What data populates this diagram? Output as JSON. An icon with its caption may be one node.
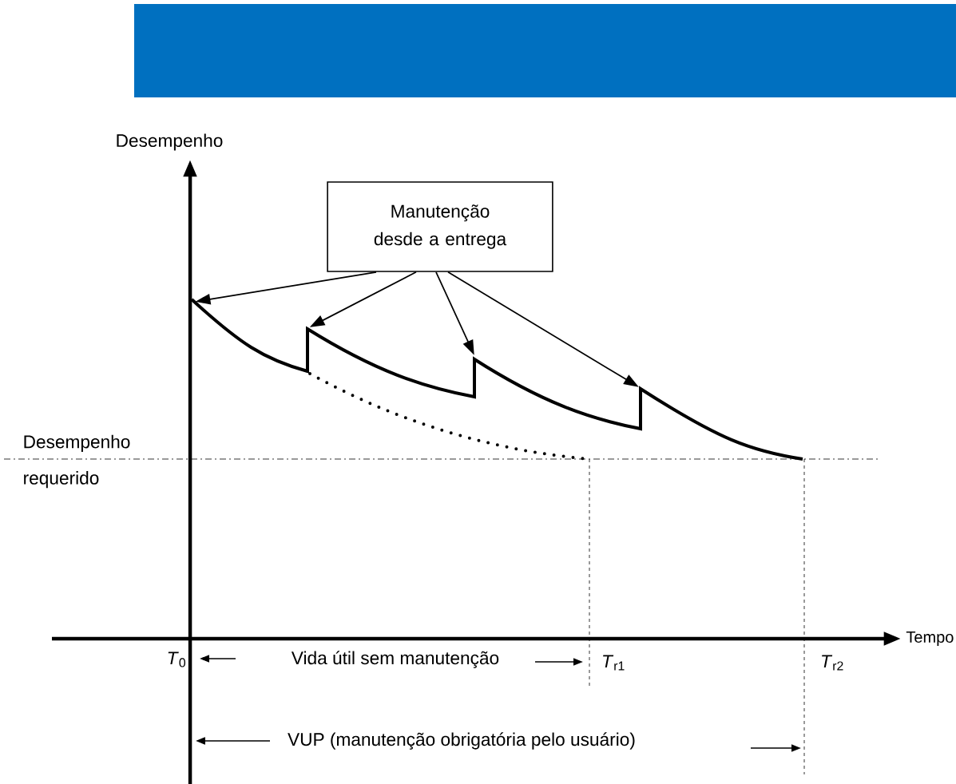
{
  "diagram": {
    "nodes": [
      {
        "text": [
          "Manutenção desde a entrega"
        ]
      },
      {
        "text": [],
        "shape": "line"
      }
    ],
    "edges": [
      {
        "from": 0,
        "to": 1,
        "arrow": "to"
      },
      {
        "from": 0,
        "to": 1,
        "arrow": "to"
      },
      {
        "from": 0,
        "to": 1,
        "arrow": "to"
      },
      {
        "from": 0,
        "to": 1,
        "arrow": "to"
      }
    ],
    "labels": [
      "Desempenho",
      "Desempenho requerido",
      "Tempo",
      "*T*$_{0}$",
      "Vida útil sem manutenção",
      "*T*$_{r1}$",
      "*T*$_{r2}$",
      "VUP (manutenção obrigatória pelo usuário)"
    ]
  }
}
